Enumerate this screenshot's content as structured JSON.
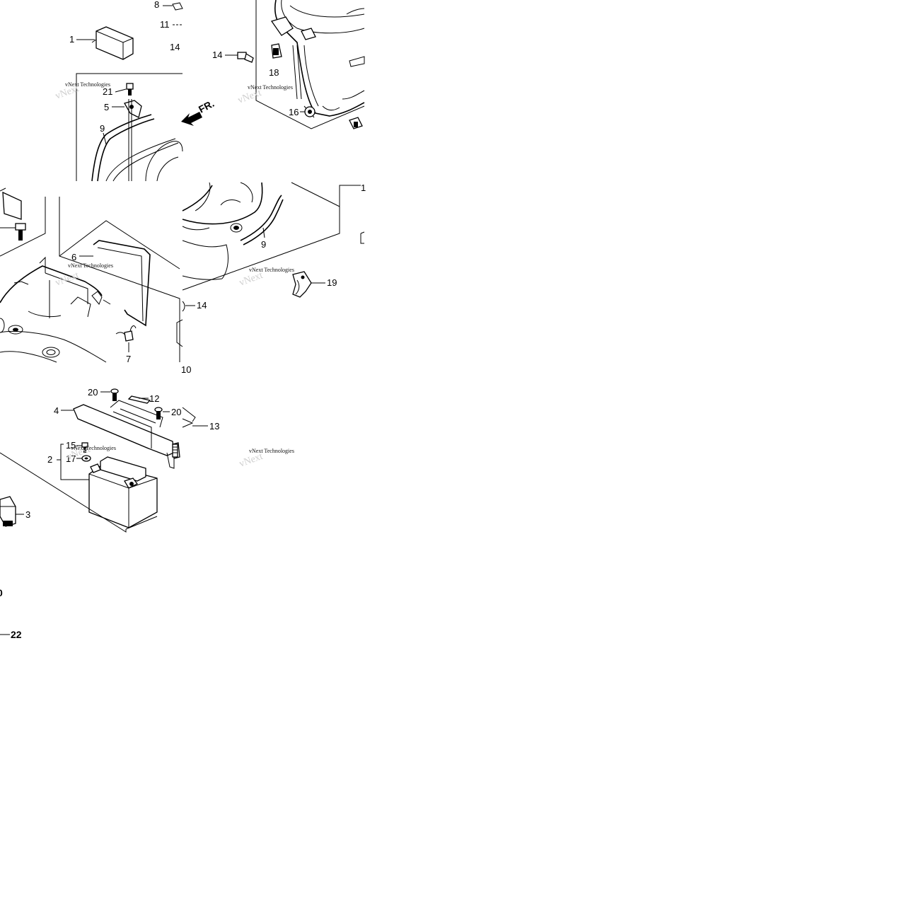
{
  "callouts": {
    "c1": "1",
    "c2": "2",
    "c3": "3",
    "c4": "4",
    "c5": "5",
    "c6": "6",
    "c7": "7",
    "c8": "8",
    "c9a": "9",
    "c9b": "9",
    "c10": "10",
    "c11": "11",
    "c12": "12",
    "c13": "13",
    "c14a": "14",
    "c14b": "14",
    "c14c": "14",
    "c15": "15",
    "c16": "16",
    "c17": "17",
    "c18": "18",
    "c19": "19",
    "c20a": "20",
    "c20b": "20",
    "c21": "21",
    "c22": "22",
    "c1r": "1",
    "cEdge": "0"
  },
  "direction_label": "FR.",
  "watermark": {
    "text": "vNext Technologies"
  }
}
